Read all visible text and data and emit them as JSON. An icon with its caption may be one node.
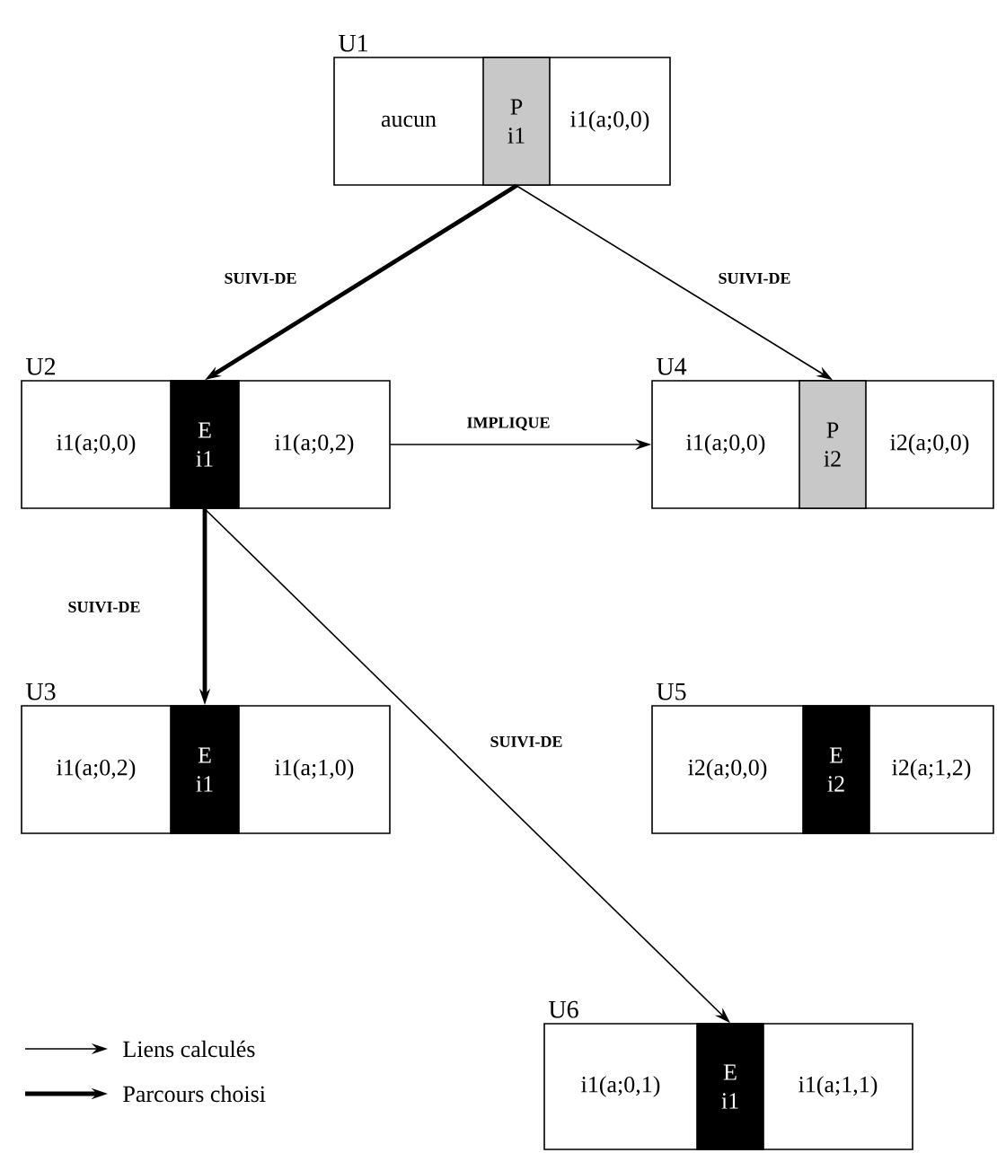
{
  "diagram": {
    "nodes": [
      {
        "text": [
          "U1",
          "aucun",
          "i1(a;0,0)"
        ]
      },
      {
        "text": [
          "P i1"
        ],
        "in": 0
      },
      {
        "text": [
          "U2",
          "i1(a;0,0)",
          "i1(a;0,2)"
        ]
      },
      {
        "text": [
          "E i1"
        ],
        "in": 2
      },
      {
        "text": [
          "U4",
          "i1(a;0,0)",
          "i2(a;0,0)"
        ]
      },
      {
        "text": [
          "P i2"
        ],
        "in": 4
      },
      {
        "text": [
          "U3",
          "i1(a;0,2)",
          "i1(a;1,0)"
        ]
      },
      {
        "text": [
          "E i1"
        ],
        "in": 6
      },
      {
        "text": [
          "U5",
          "i2(a;0,0)",
          "i2(a;1,2)"
        ]
      },
      {
        "text": [
          "E i2"
        ],
        "in": 8
      },
      {
        "text": [
          "U6",
          "i1(a;0,1)",
          "i1(a;1,1)"
        ]
      },
      {
        "text": [
          "E i1"
        ],
        "in": 10
      }
    ],
    "edges": [
      {
        "from": 1,
        "to": 3,
        "arrow": "to",
        "label": "SUIVI-DE",
        "style": "thick"
      },
      {
        "from": 1,
        "to": 5,
        "arrow": "to",
        "label": "SUIVI-DE"
      },
      {
        "from": 2,
        "to": 4,
        "arrow": "to",
        "label": "IMPLIQUE"
      },
      {
        "from": 3,
        "to": 7,
        "arrow": "to",
        "label": "SUIVI-DE",
        "style": "thick"
      },
      {
        "from": 3,
        "to": 11,
        "arrow": "to",
        "label": "SUIVI-DE"
      }
    ],
    "legend": [
      {
        "text": "Liens calculés"
      },
      {
        "text": "Parcours choisi"
      }
    ]
  }
}
